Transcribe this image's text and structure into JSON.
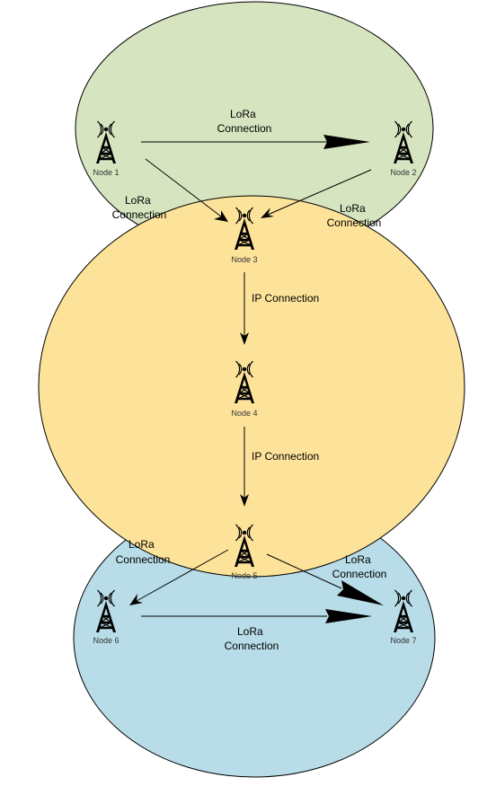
{
  "colors": {
    "top_zone": "#d6e4bf",
    "middle_zone": "#fde39a",
    "bottom_zone": "#b8dce8",
    "stroke": "#000000"
  },
  "nodes": [
    {
      "id": "node-1",
      "label": "Node 1",
      "icon": "radio-tower-icon"
    },
    {
      "id": "node-2",
      "label": "Node 2",
      "icon": "radio-tower-icon"
    },
    {
      "id": "node-3",
      "label": "Node 3",
      "icon": "radio-tower-icon"
    },
    {
      "id": "node-4",
      "label": "Node 4",
      "icon": "radio-tower-icon"
    },
    {
      "id": "node-5",
      "label": "Node 5",
      "icon": "radio-tower-icon"
    },
    {
      "id": "node-6",
      "label": "Node 6",
      "icon": "radio-tower-icon"
    },
    {
      "id": "node-7",
      "label": "Node 7",
      "icon": "radio-tower-icon"
    }
  ],
  "edges": [
    {
      "id": "node1-to-node2",
      "from": "node-1",
      "to": "node-2",
      "lines": [
        "LoRa",
        "Connection"
      ]
    },
    {
      "id": "node1-to-node3",
      "from": "node-1",
      "to": "node-3",
      "lines": [
        "LoRa",
        "Connection"
      ]
    },
    {
      "id": "node2-to-node3",
      "from": "node-2",
      "to": "node-3",
      "lines": [
        "LoRa",
        "Connection"
      ]
    },
    {
      "id": "node3-to-node4",
      "from": "node-3",
      "to": "node-4",
      "lines": [
        "IP Connection"
      ]
    },
    {
      "id": "node4-to-node5",
      "from": "node-4",
      "to": "node-5",
      "lines": [
        "IP Connection"
      ]
    },
    {
      "id": "node5-to-node6",
      "from": "node-5",
      "to": "node-6",
      "lines": [
        "LoRa",
        "Connection"
      ]
    },
    {
      "id": "node5-to-node7",
      "from": "node-5",
      "to": "node-7",
      "lines": [
        "LoRa",
        "Connection"
      ]
    },
    {
      "id": "node6-to-node7",
      "from": "node-6",
      "to": "node-7",
      "lines": [
        "LoRa",
        "Connection"
      ]
    }
  ]
}
